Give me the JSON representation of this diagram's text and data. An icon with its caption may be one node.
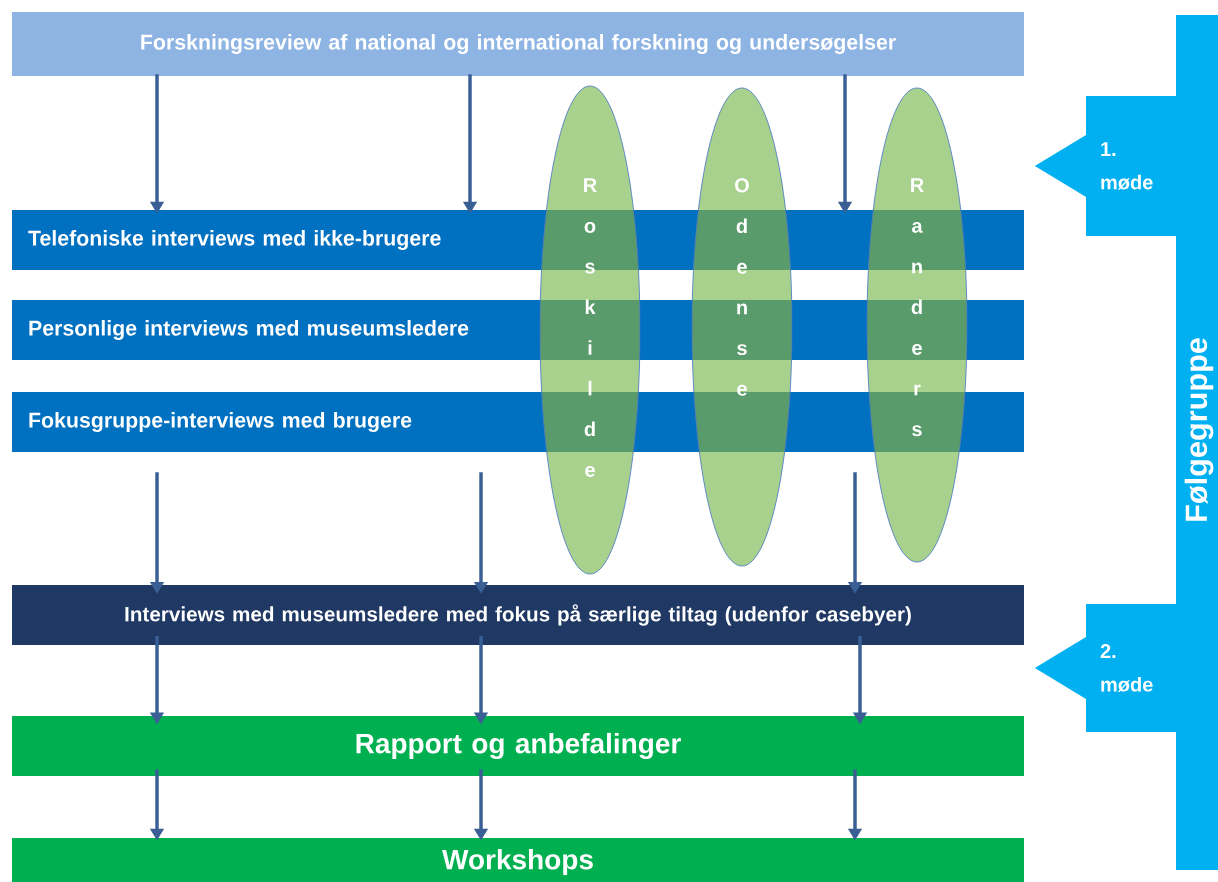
{
  "diagram": {
    "nodes": [
      {
        "text": [
          "Forskningsreview af national og international forskning og undersøgelser"
        ]
      },
      {
        "text": [
          "Telefoniske interviews med ikke-brugere"
        ]
      },
      {
        "text": [
          "Personlige interviews med museumsledere"
        ]
      },
      {
        "text": [
          "Fokusgruppe-interviews med brugere"
        ]
      },
      {
        "text": [
          "R o s k i l d e"
        ]
      },
      {
        "text": [
          "O d e n s e"
        ]
      },
      {
        "text": [
          "R a n d e r s"
        ]
      },
      {
        "text": [
          "Interviews med museumsledere med fokus på særlige tiltag (udenfor casebyer)"
        ]
      },
      {
        "text": [
          "Rapport og anbefalinger"
        ]
      },
      {
        "text": [
          "Workshops"
        ]
      },
      {
        "text": [
          "Følgegruppe"
        ]
      },
      {
        "text": [
          "1. møde"
        ]
      },
      {
        "text": [
          "2. møde"
        ]
      }
    ],
    "edges": [
      {
        "from": 0,
        "to": 1,
        "arrow": "to"
      },
      {
        "from": 0,
        "to": 1,
        "arrow": "to"
      },
      {
        "from": 0,
        "to": 1,
        "arrow": "to"
      },
      {
        "from": 3,
        "to": 7,
        "arrow": "to"
      },
      {
        "from": 3,
        "to": 7,
        "arrow": "to"
      },
      {
        "from": 3,
        "to": 7,
        "arrow": "to"
      },
      {
        "from": 7,
        "to": 8,
        "arrow": "to"
      },
      {
        "from": 7,
        "to": 8,
        "arrow": "to"
      },
      {
        "from": 7,
        "to": 8,
        "arrow": "to"
      },
      {
        "from": 8,
        "to": 9,
        "arrow": "to"
      },
      {
        "from": 8,
        "to": 9,
        "arrow": "to"
      },
      {
        "from": 8,
        "to": 9,
        "arrow": "to"
      },
      {
        "from": 11,
        "to": null,
        "arrow": "to"
      },
      {
        "from": 12,
        "to": null,
        "arrow": "to"
      }
    ]
  }
}
